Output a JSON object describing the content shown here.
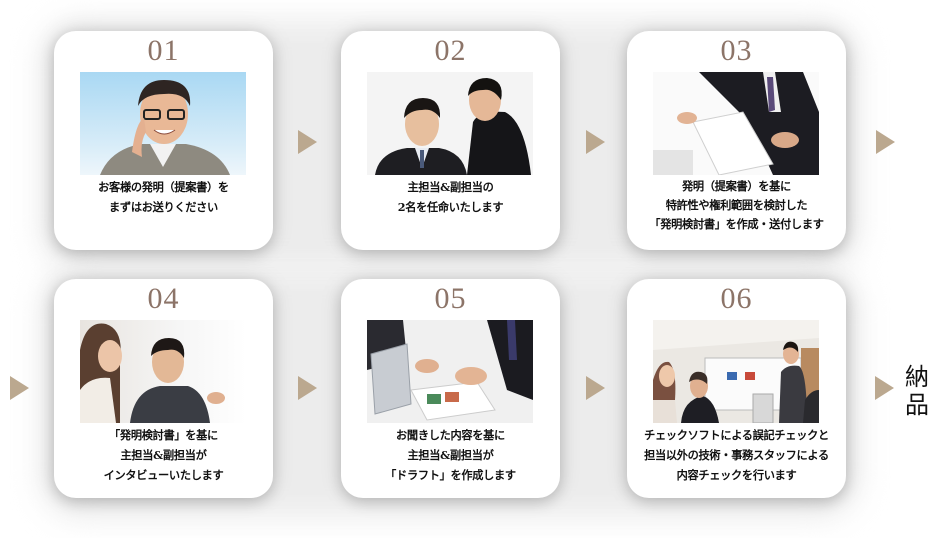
{
  "flow": {
    "steps": [
      {
        "number": "01",
        "photo": "smiling-man-with-glasses",
        "caption": [
          "お客様の発明（提案書）を",
          "まずはお送りください"
        ]
      },
      {
        "number": "02",
        "photo": "two-businessmen",
        "caption": [
          "主担当&副担当の",
          "2名を任命いたします"
        ]
      },
      {
        "number": "03",
        "photo": "document-handover",
        "caption": [
          "発明（提案書）を基に",
          "特許性や権利範囲を検討した",
          "「発明検討書」を作成・送付します"
        ]
      },
      {
        "number": "04",
        "photo": "interview-meeting",
        "caption": [
          "「発明検討書」を基に",
          "主担当&副担当が",
          "インタビューいたします"
        ]
      },
      {
        "number": "05",
        "photo": "drafting-discussion",
        "caption": [
          "お聞きした内容を基に",
          "主担当&副担当が",
          "「ドラフト」を作成します"
        ]
      },
      {
        "number": "06",
        "photo": "presentation-meeting",
        "caption": [
          "チェックソフトによる誤記チェックと",
          "担当以外の技術・事務スタッフによる",
          "内容チェックを行います"
        ]
      }
    ],
    "final": {
      "label_line1": "納",
      "label_line2": "品"
    },
    "colors": {
      "number": "#8c7468",
      "arrow": "#bba88f",
      "card": "#ffffff",
      "text": "#111111"
    }
  }
}
